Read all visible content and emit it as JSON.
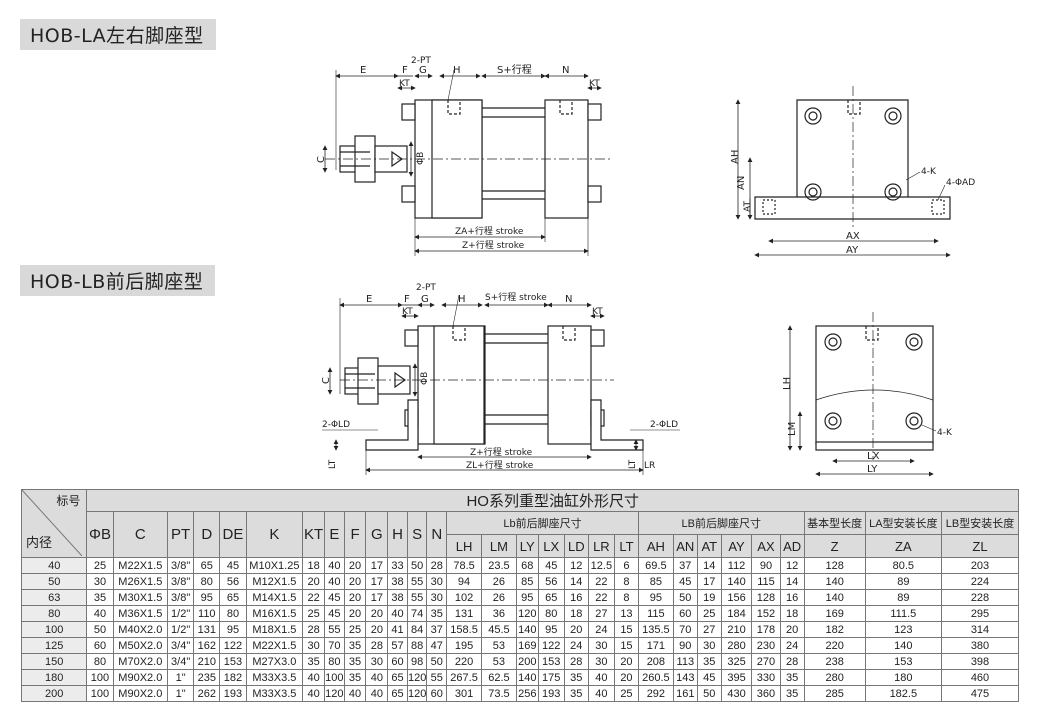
{
  "sections": {
    "la_title": "HOB-LA左右脚座型",
    "lb_title": "HOB-LB前后脚座型"
  },
  "la_drawing": {
    "labels": {
      "e": "E",
      "f": "F",
      "g": "G",
      "h": "H",
      "s_stroke": "S+行程",
      "n": "N",
      "pt": "2-PT",
      "kt_left": "KT",
      "kt_right": "KT",
      "c": "C",
      "b": "ΦB",
      "za": "ZA+行程 stroke",
      "z": "Z+行程 stroke",
      "ah": "AH",
      "an": "AN",
      "at": "AT",
      "k": "4-K",
      "ad": "4-ΦAD",
      "ax": "AX",
      "ay": "AY"
    }
  },
  "lb_drawing": {
    "labels": {
      "e": "E",
      "f": "F",
      "g": "G",
      "h": "H",
      "s_stroke": "S+行程 stroke",
      "n": "N",
      "pt": "2-PT",
      "kt_left": "KT",
      "kt_right": "KT",
      "c": "C",
      "b": "ΦB",
      "ld_left": "2-ΦLD",
      "ld_right": "2-ΦLD",
      "lt_left": "LT",
      "lt_right": "LT",
      "lr": "LR",
      "z": "Z+行程 stroke",
      "zl": "ZL+行程 stroke",
      "lh": "LH",
      "lm": "LM",
      "k": "4-K",
      "lx": "LX",
      "ly": "LY"
    }
  },
  "table": {
    "title": "HO系列重型油缸外形尺寸",
    "corner_top": "标号",
    "corner_bottom": "内径",
    "group_lb": "Lb前后脚座尺寸",
    "group_la": "LB前后脚座尺寸",
    "group_basic": "基本型长度",
    "group_la_len": "LA型安装长度",
    "group_lb_len": "LB型安装长度",
    "columns": [
      "ΦB",
      "C",
      "PT",
      "D",
      "DE",
      "K",
      "KT",
      "E",
      "F",
      "G",
      "H",
      "S",
      "N",
      "LH",
      "LM",
      "LY",
      "LX",
      "LD",
      "LR",
      "LT",
      "AH",
      "AN",
      "AT",
      "AY",
      "AX",
      "AD",
      "Z",
      "ZA",
      "ZL"
    ],
    "rows": [
      [
        "40",
        "25",
        "M22X1.5",
        "3/8\"",
        "65",
        "45",
        "M10X1.25",
        "18",
        "40",
        "20",
        "17",
        "33",
        "50",
        "28",
        "78.5",
        "23.5",
        "68",
        "45",
        "12",
        "12.5",
        "6",
        "69.5",
        "37",
        "14",
        "112",
        "90",
        "12",
        "128",
        "80.5",
        "203"
      ],
      [
        "50",
        "30",
        "M26X1.5",
        "3/8\"",
        "80",
        "56",
        "M12X1.5",
        "20",
        "40",
        "20",
        "17",
        "38",
        "55",
        "30",
        "94",
        "26",
        "85",
        "56",
        "14",
        "22",
        "8",
        "85",
        "45",
        "17",
        "140",
        "115",
        "14",
        "140",
        "89",
        "224"
      ],
      [
        "63",
        "35",
        "M30X1.5",
        "3/8\"",
        "95",
        "65",
        "M14X1.5",
        "22",
        "45",
        "20",
        "17",
        "38",
        "55",
        "30",
        "102",
        "26",
        "95",
        "65",
        "16",
        "22",
        "8",
        "95",
        "50",
        "19",
        "156",
        "128",
        "16",
        "140",
        "89",
        "228"
      ],
      [
        "80",
        "40",
        "M36X1.5",
        "1/2\"",
        "110",
        "80",
        "M16X1.5",
        "25",
        "45",
        "20",
        "20",
        "40",
        "74",
        "35",
        "131",
        "36",
        "120",
        "80",
        "18",
        "27",
        "13",
        "115",
        "60",
        "25",
        "184",
        "152",
        "18",
        "169",
        "111.5",
        "295"
      ],
      [
        "100",
        "50",
        "M40X2.0",
        "1/2\"",
        "131",
        "95",
        "M18X1.5",
        "28",
        "55",
        "25",
        "20",
        "41",
        "84",
        "37",
        "158.5",
        "45.5",
        "140",
        "95",
        "20",
        "24",
        "15",
        "135.5",
        "70",
        "27",
        "210",
        "178",
        "20",
        "182",
        "123",
        "314"
      ],
      [
        "125",
        "60",
        "M50X2.0",
        "3/4\"",
        "162",
        "122",
        "M22X1.5",
        "30",
        "70",
        "35",
        "28",
        "57",
        "88",
        "47",
        "195",
        "53",
        "169",
        "122",
        "24",
        "30",
        "15",
        "171",
        "90",
        "30",
        "280",
        "230",
        "24",
        "220",
        "140",
        "380"
      ],
      [
        "150",
        "80",
        "M70X2.0",
        "3/4\"",
        "210",
        "153",
        "M27X3.0",
        "35",
        "80",
        "35",
        "30",
        "60",
        "98",
        "50",
        "220",
        "53",
        "200",
        "153",
        "28",
        "30",
        "20",
        "208",
        "113",
        "35",
        "325",
        "270",
        "28",
        "238",
        "153",
        "398"
      ],
      [
        "180",
        "100",
        "M90X2.0",
        "1\"",
        "235",
        "182",
        "M33X3.5",
        "40",
        "100",
        "35",
        "40",
        "65",
        "120",
        "55",
        "267.5",
        "62.5",
        "140",
        "175",
        "35",
        "40",
        "20",
        "260.5",
        "143",
        "45",
        "395",
        "330",
        "35",
        "280",
        "180",
        "460"
      ],
      [
        "200",
        "100",
        "M90X2.0",
        "1\"",
        "262",
        "193",
        "M33X3.5",
        "40",
        "120",
        "40",
        "40",
        "65",
        "120",
        "60",
        "301",
        "73.5",
        "256",
        "193",
        "35",
        "40",
        "25",
        "292",
        "161",
        "50",
        "430",
        "360",
        "35",
        "285",
        "182.5",
        "475"
      ]
    ]
  }
}
